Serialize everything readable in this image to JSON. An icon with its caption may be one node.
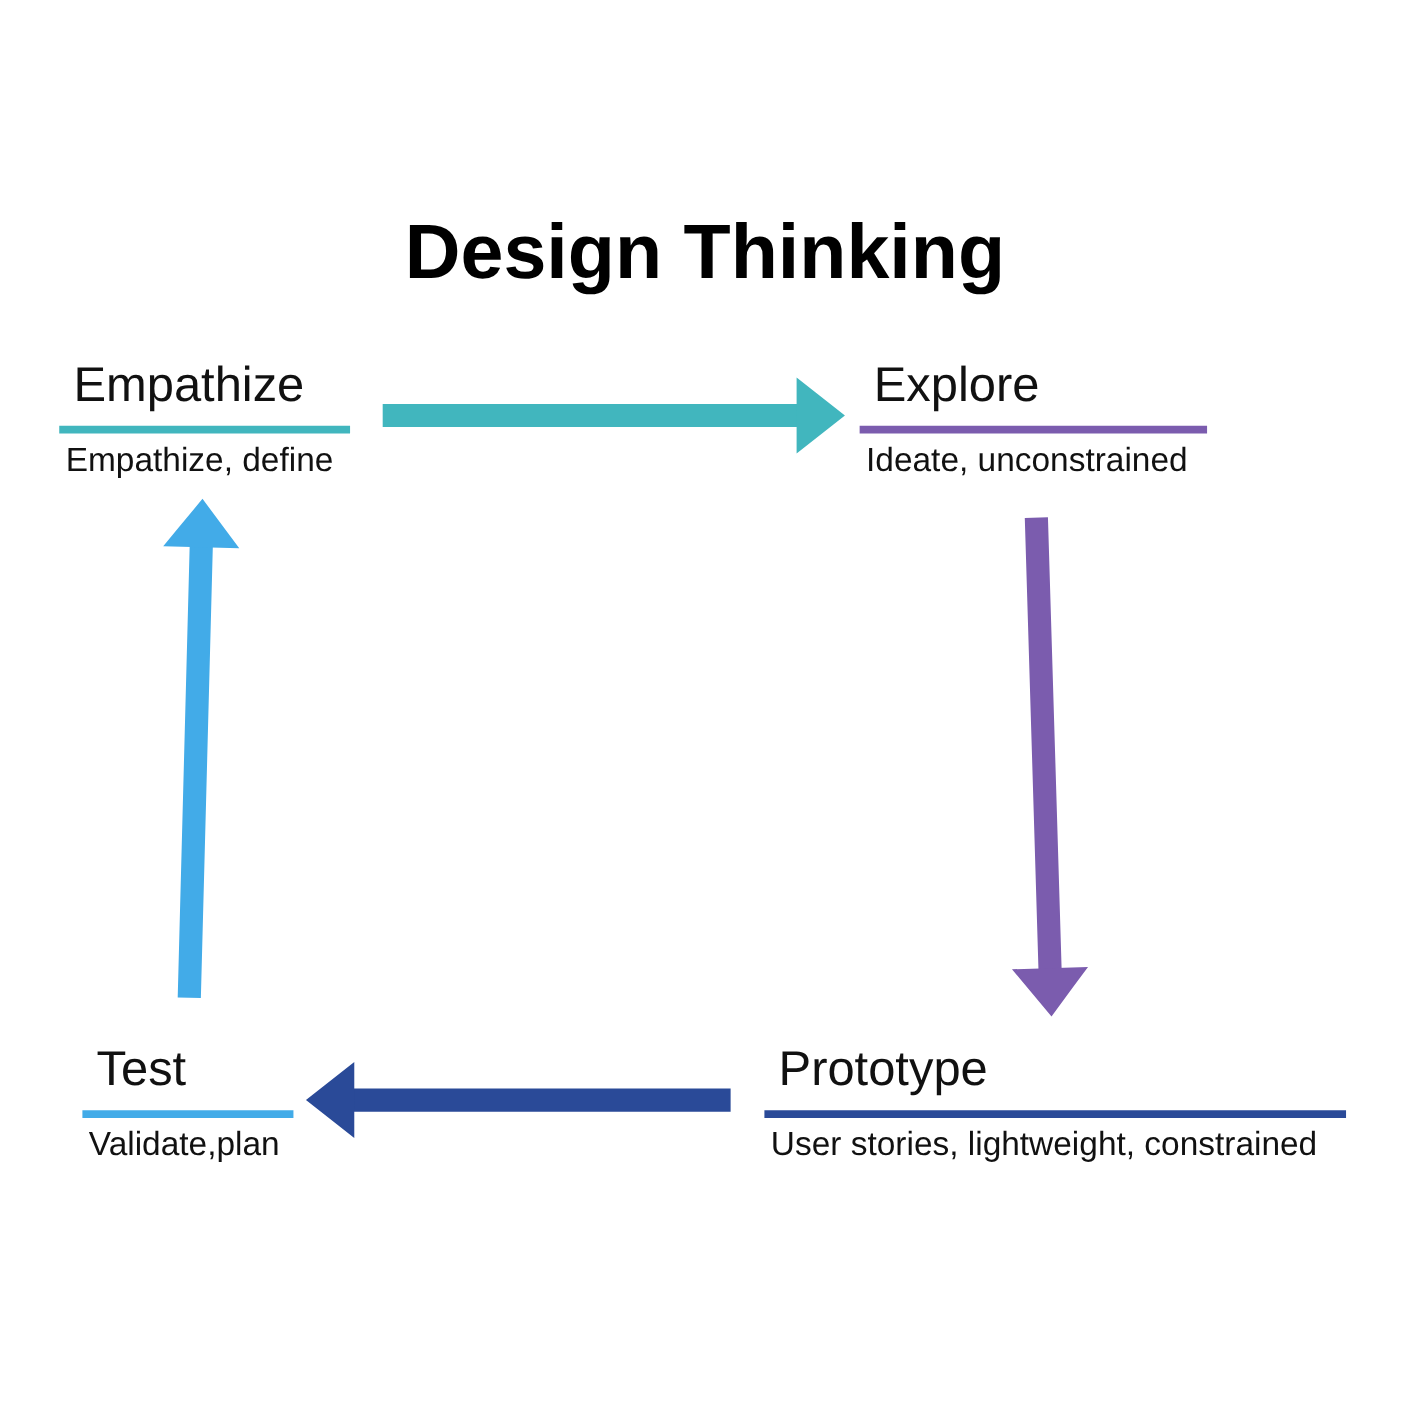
{
  "diagram": {
    "title": "Design Thinking",
    "nodes": [
      {
        "text": [
          "Empathize",
          "Empathize, define"
        ]
      },
      {
        "text": [
          "Explore",
          "Ideate, unconstrained"
        ]
      },
      {
        "text": [
          "Prototype",
          "User stories, lightweight, constrained"
        ]
      },
      {
        "text": [
          "Test",
          "Validate,plan"
        ]
      }
    ],
    "edges": [
      {
        "from": 0,
        "to": 1,
        "arrow": "to",
        "color": "#41b6be"
      },
      {
        "from": 1,
        "to": 2,
        "arrow": "to",
        "color": "#7b5cae"
      },
      {
        "from": 2,
        "to": 3,
        "arrow": "to",
        "color": "#2a4a98"
      },
      {
        "from": 3,
        "to": 0,
        "arrow": "to",
        "color": "#42abe8"
      }
    ]
  }
}
